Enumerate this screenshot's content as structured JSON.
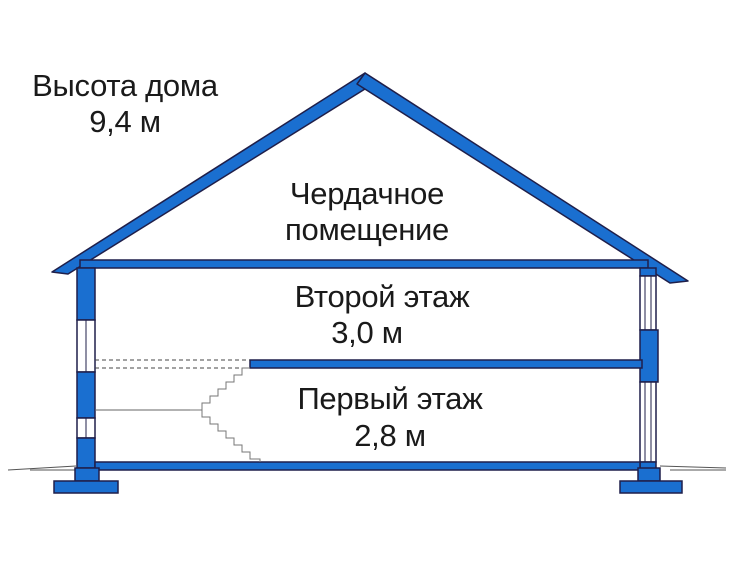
{
  "house": {
    "height_label": "Высота дома",
    "height_value": "9,4 м"
  },
  "attic": {
    "line1": "Чердачное",
    "line2": "помещение"
  },
  "second_floor": {
    "name": "Второй этаж",
    "height": "3,0 м"
  },
  "first_floor": {
    "name": "Первый этаж",
    "height": "2,8 м"
  },
  "colors": {
    "structure_fill": "#1a6fd0",
    "outline": "#1f1f4a",
    "text": "#1a1a1a",
    "background": "#ffffff"
  }
}
